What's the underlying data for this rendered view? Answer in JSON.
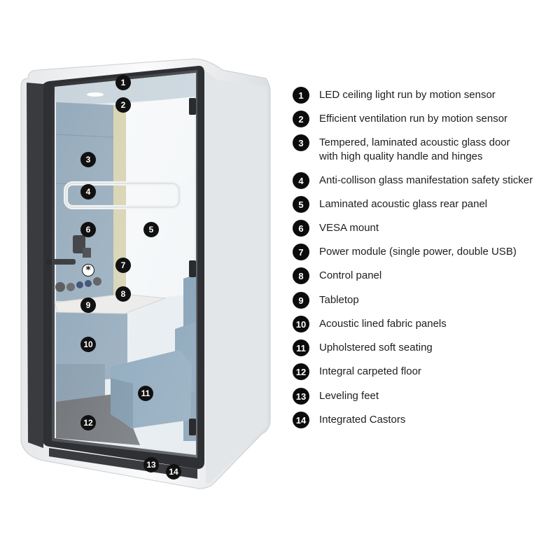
{
  "legend": [
    {
      "num": "1",
      "lines": [
        "LED ceiling light run by motion sensor"
      ]
    },
    {
      "num": "2",
      "lines": [
        "Efficient ventilation run by motion sensor"
      ]
    },
    {
      "num": "3",
      "lines": [
        "Tempered, laminated acoustic glass door",
        "with high quality handle and hinges"
      ]
    },
    {
      "num": "4",
      "lines": [
        "Anti-collison glass manifestation safety sticker"
      ]
    },
    {
      "num": "5",
      "lines": [
        "Laminated acoustic glass rear panel"
      ]
    },
    {
      "num": "6",
      "lines": [
        "VESA mount"
      ]
    },
    {
      "num": "7",
      "lines": [
        "Power module (single power, double USB)"
      ]
    },
    {
      "num": "8",
      "lines": [
        "Control panel"
      ]
    },
    {
      "num": "9",
      "lines": [
        "Tabletop"
      ]
    },
    {
      "num": "10",
      "lines": [
        "Acoustic lined fabric panels"
      ]
    },
    {
      "num": "11",
      "lines": [
        "Upholstered soft seating"
      ]
    },
    {
      "num": "12",
      "lines": [
        "Integral carpeted floor"
      ]
    },
    {
      "num": "13",
      "lines": [
        "Leveling feet"
      ]
    },
    {
      "num": "14",
      "lines": [
        "Integrated Castors"
      ]
    }
  ],
  "markers": [
    "1",
    "2",
    "3",
    "4",
    "5",
    "6",
    "7",
    "8",
    "9",
    "10",
    "11",
    "12",
    "13",
    "14"
  ],
  "star_symbol": "*",
  "colors": {
    "shell": "#f4f5f6",
    "frame": "#2f3033",
    "fabric": "#8fa6b8",
    "seat": "#7f9db4",
    "floor": "#5e6064",
    "marker": "#111111"
  }
}
